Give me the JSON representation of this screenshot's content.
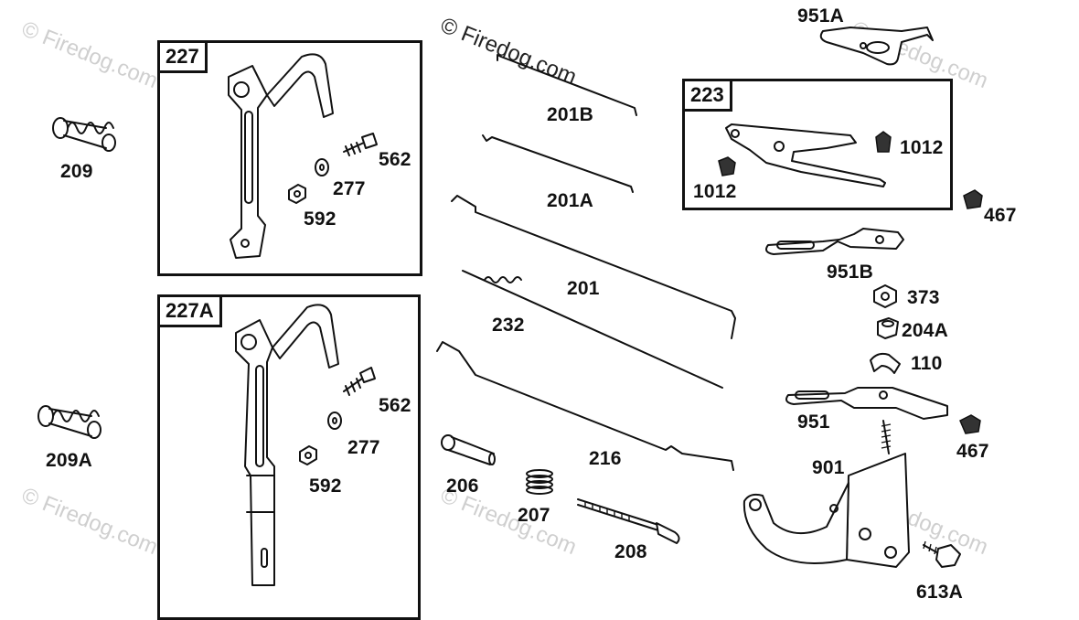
{
  "watermark": {
    "copyright_text": "© Firedog.com",
    "text": "© Firedog.com"
  },
  "boxes": {
    "box_227": "227",
    "box_227a": "227A",
    "box_223": "223"
  },
  "parts": {
    "p209": "209",
    "p209a": "209A",
    "p562_top": "562",
    "p277_top": "277",
    "p592_top": "592",
    "p562_bot": "562",
    "p277_bot": "277",
    "p592_bot": "592",
    "p201b": "201B",
    "p201a": "201A",
    "p201": "201",
    "p232": "232",
    "p216": "216",
    "p206": "206",
    "p207": "207",
    "p208": "208",
    "p951a": "951A",
    "p1012_right": "1012",
    "p1012_left": "1012",
    "p467_top": "467",
    "p951b": "951B",
    "p373": "373",
    "p204a": "204A",
    "p110": "110",
    "p951": "951",
    "p467_bot": "467",
    "p901": "901",
    "p613a": "613A"
  }
}
